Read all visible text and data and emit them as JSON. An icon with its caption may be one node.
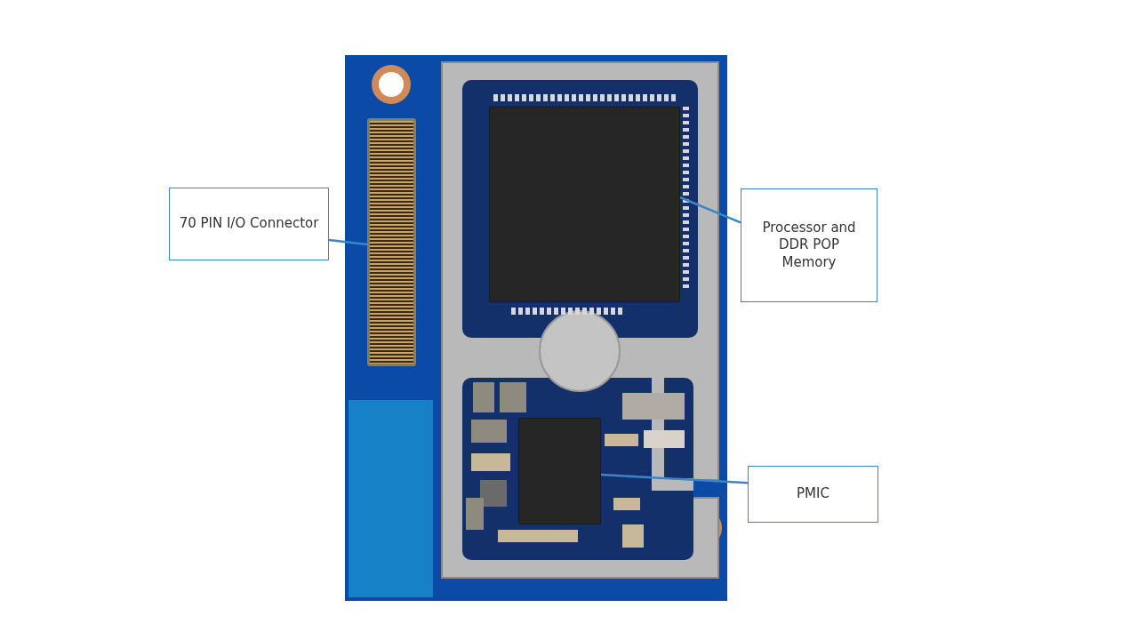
{
  "diagram": {
    "nodes": [
      {
        "text": [
          "70 PIN I/O Connector"
        ]
      },
      {
        "text": [
          "Processor and DDR POP Memory"
        ]
      },
      {
        "text": [
          "PMIC"
        ]
      },
      {
        "text": [],
        "shape": "bar"
      },
      {
        "text": [],
        "shape": "box"
      },
      {
        "text": [],
        "shape": "box"
      }
    ],
    "edges": [
      {
        "from": 0,
        "to": 3,
        "arrow": "none"
      },
      {
        "from": 1,
        "to": 4,
        "arrow": "none"
      },
      {
        "from": 2,
        "to": 5,
        "arrow": "none"
      }
    ]
  }
}
